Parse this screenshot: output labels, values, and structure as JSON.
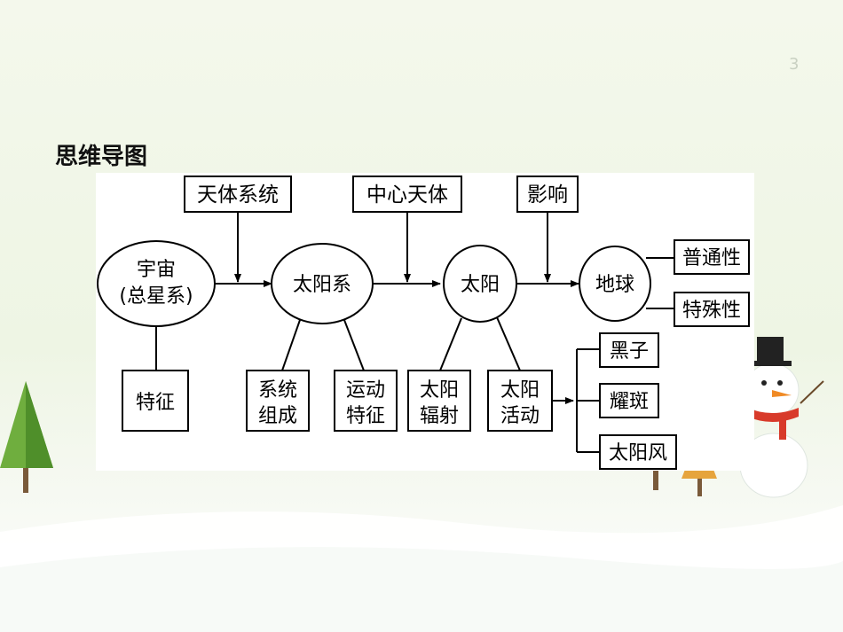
{
  "slide": {
    "number": "3",
    "title": "思维导图"
  },
  "diagram": {
    "top_labels": {
      "celestial_systems": "天体系统",
      "central_body": "中心天体",
      "influence": "影响"
    },
    "nodes": {
      "universe_line1": "宇宙",
      "universe_line2": "(总星系)",
      "solar_system": "太阳系",
      "sun": "太阳",
      "earth": "地球"
    },
    "earth_properties": {
      "commonality": "普通性",
      "particularity": "特殊性"
    },
    "bottom_labels": {
      "features": "特征",
      "system_composition": [
        "系统",
        "组成"
      ],
      "motion_features": [
        "运动",
        "特征"
      ],
      "solar_radiation": [
        "太阳",
        "辐射"
      ],
      "solar_activity": [
        "太阳",
        "活动"
      ]
    },
    "solar_activity_types": {
      "sunspots": "黑子",
      "flares": "耀斑",
      "solar_wind": "太阳风"
    }
  },
  "colors": {
    "ink": "#000000",
    "panel": "#ffffff",
    "background": "#eef5e4",
    "title": "#111111"
  }
}
